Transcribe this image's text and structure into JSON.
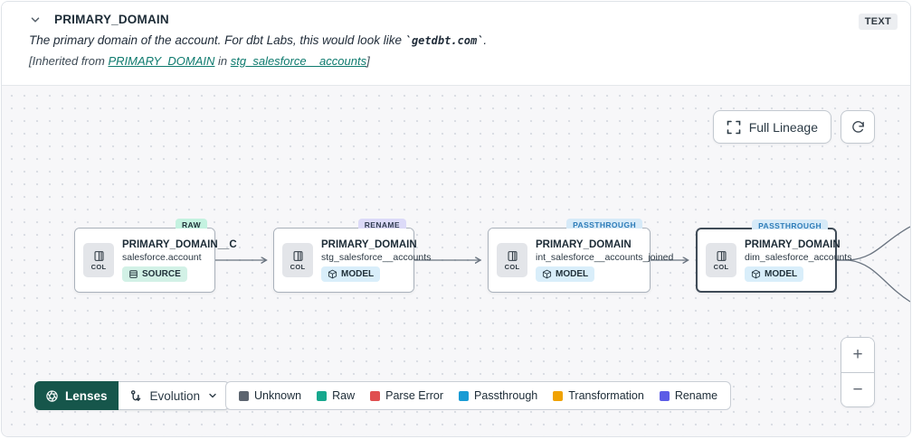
{
  "header": {
    "title": "PRIMARY_DOMAIN",
    "type_badge": "TEXT",
    "description": {
      "pre": "The primary domain of the account. For dbt Labs, this would look like ",
      "code": "`getdbt.com`",
      "post": "."
    },
    "inherited": {
      "pre": "[Inherited from ",
      "link_column": "PRIMARY_DOMAIN",
      "mid": " in ",
      "link_model": "stg_salesforce__accounts",
      "post": "]"
    }
  },
  "toolbar": {
    "full_lineage_label": "Full Lineage"
  },
  "nodes": [
    {
      "badge": "RAW",
      "title": "PRIMARY_DOMAIN__C",
      "subtitle": "salesforce.account",
      "col_label": "COL",
      "resource": "SOURCE"
    },
    {
      "badge": "RENAME",
      "title": "PRIMARY_DOMAIN",
      "subtitle": "stg_salesforce__accounts",
      "col_label": "COL",
      "resource": "MODEL"
    },
    {
      "badge": "PASSTHROUGH",
      "title": "PRIMARY_DOMAIN",
      "subtitle": "int_salesforce__accounts_joined",
      "col_label": "COL",
      "resource": "MODEL"
    },
    {
      "badge": "PASSTHROUGH",
      "title": "PRIMARY_DOMAIN",
      "subtitle": "dim_salesforce_accounts",
      "col_label": "COL",
      "resource": "MODEL"
    }
  ],
  "controls": {
    "lenses_label": "Lenses",
    "lens_selected": "Evolution",
    "zoom_in": "+",
    "zoom_out": "−"
  },
  "legend": {
    "items": [
      {
        "label": "Unknown",
        "color": "#5d6570"
      },
      {
        "label": "Raw",
        "color": "#17a88e"
      },
      {
        "label": "Parse Error",
        "color": "#e04f50"
      },
      {
        "label": "Passthrough",
        "color": "#199bd4"
      },
      {
        "label": "Transformation",
        "color": "#f0a202"
      },
      {
        "label": "Rename",
        "color": "#5c5ce6"
      }
    ]
  }
}
